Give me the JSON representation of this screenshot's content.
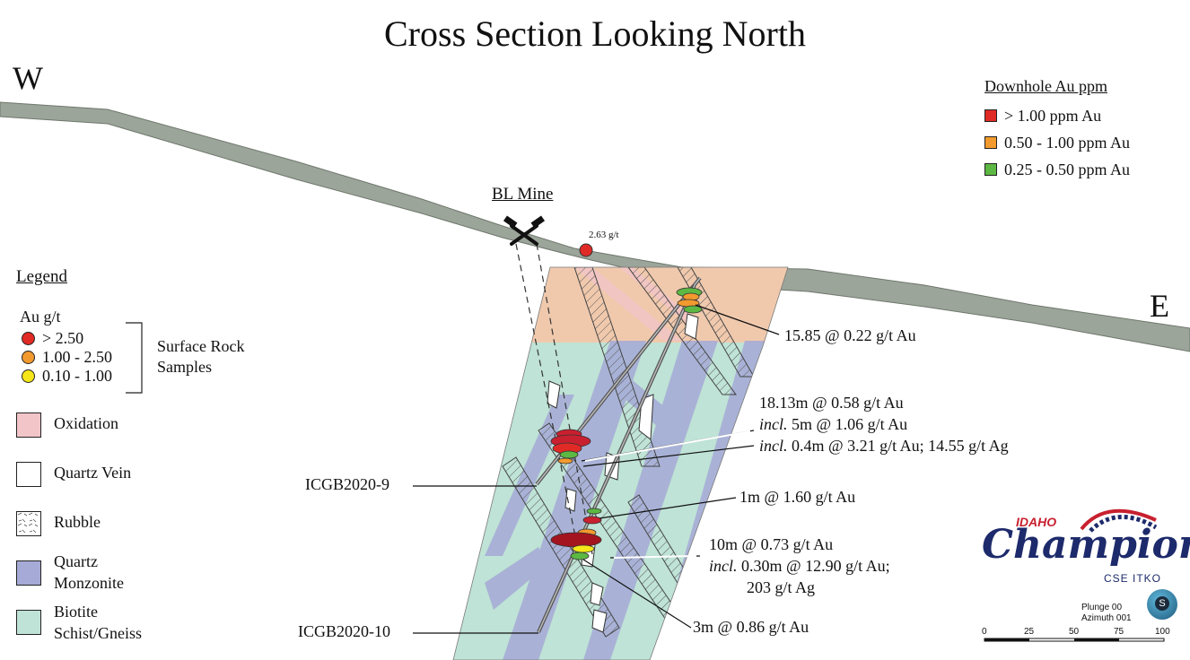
{
  "title": "Cross Section Looking North",
  "compass": {
    "west": "W",
    "east": "E"
  },
  "downhole_legend": {
    "title": "Downhole Au ppm",
    "items": [
      {
        "label": "> 1.00 ppm Au",
        "color": "#e02a26"
      },
      {
        "label": "0.50 - 1.00 ppm Au",
        "color": "#f29a2e"
      },
      {
        "label": "0.25 - 0.50 ppm Au",
        "color": "#5cb843"
      }
    ]
  },
  "mine": {
    "label": "BL Mine"
  },
  "surface_sample": {
    "label": "2.63 g/t",
    "color": "#e02a26"
  },
  "legend": {
    "title": "Legend",
    "au_header": "Au g/t",
    "au_items": [
      {
        "label": "> 2.50",
        "color": "#e02a26"
      },
      {
        "label": "1.00 - 2.50",
        "color": "#f29a2e"
      },
      {
        "label": "0.10 - 1.00",
        "color": "#f4e619"
      }
    ],
    "bracket_label_line1": "Surface Rock",
    "bracket_label_line2": "Samples",
    "units": [
      {
        "name_line1": "Oxidation",
        "name_line2": "",
        "color": "#f2c5c8",
        "pattern": "solid"
      },
      {
        "name_line1": "Quartz Vein",
        "name_line2": "",
        "color": "#ffffff",
        "pattern": "solid"
      },
      {
        "name_line1": "Rubble",
        "name_line2": "",
        "color": "#ffffff",
        "pattern": "rubble"
      },
      {
        "name_line1": "Quartz",
        "name_line2": "Monzonite",
        "color": "#a5aad6",
        "pattern": "solid"
      },
      {
        "name_line1": "Biotite",
        "name_line2": "Schist/Gneiss",
        "color": "#bfe3d6",
        "pattern": "solid"
      }
    ]
  },
  "holes": [
    {
      "name": "ICGB2020-9"
    },
    {
      "name": "ICGB2020-10"
    }
  ],
  "intercepts": {
    "a": {
      "line1": "15.85 @ 0.22 g/t Au"
    },
    "b": {
      "line1": "18.13m @ 0.58 g/t Au",
      "incl": "incl.",
      "line2": " 5m @ 1.06  g/t Au",
      "line3": " 0.4m @ 3.21 g/t Au; 14.55 g/t Ag"
    },
    "c": {
      "line1": "1m @ 1.60 g/t Au"
    },
    "d": {
      "line1": "10m @ 0.73 g/t Au",
      "incl": "incl.",
      "line2": " 0.30m @ 12.90 g/t Au;",
      "line3": "203 g/t Ag"
    },
    "e": {
      "line1": "3m @ 0.86 g/t Au"
    }
  },
  "logo": {
    "top": "IDAHO",
    "name": "Champion",
    "ticker": "CSE ITKO",
    "brand_navy": "#1d2a6b",
    "brand_red": "#c8202f"
  },
  "view_info": {
    "plunge": "Plunge 00",
    "azimuth": "Azimuth 001"
  },
  "scale_bar": {
    "ticks": [
      "0",
      "25",
      "50",
      "75",
      "100"
    ]
  }
}
